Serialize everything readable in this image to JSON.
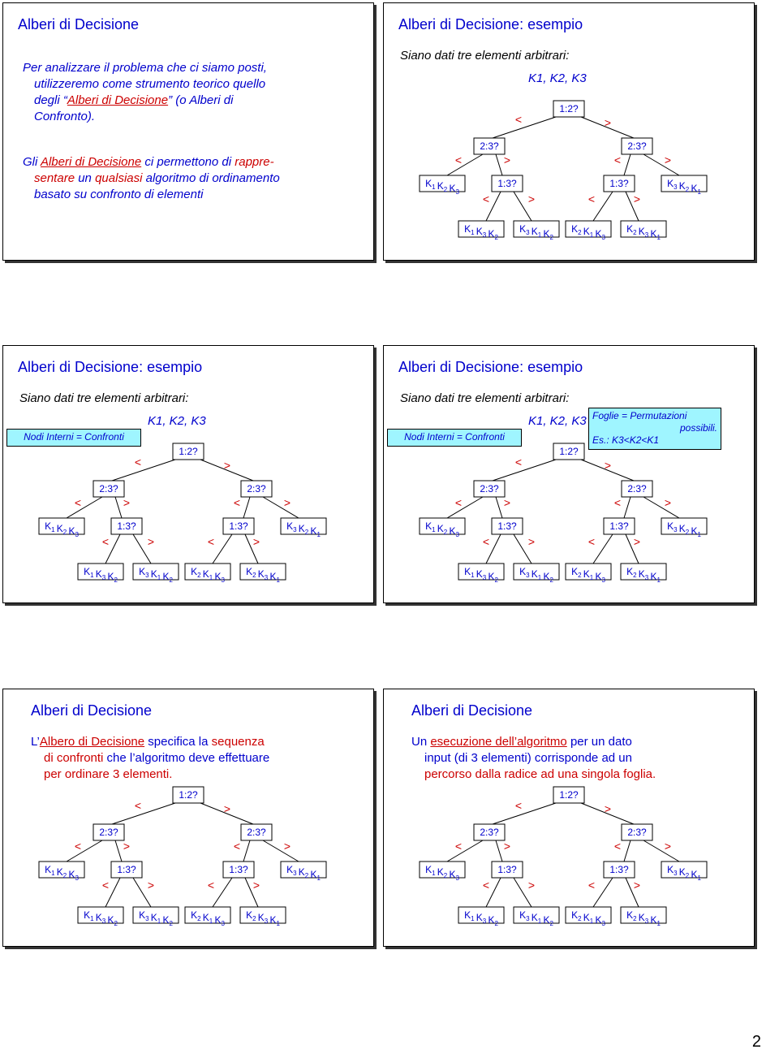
{
  "slides": [
    {
      "title": "Alberi di Decisione",
      "para1": {
        "line1": "Per analizzare il problema che ci siamo posti,",
        "line2": "utilizzeremo come strumento teorico quello",
        "line3a": "degli “",
        "line3link": "Alberi di Decisione",
        "line3b": "” (o Alberi di",
        "line4": "Confronto)."
      },
      "para2": {
        "line1a": "Gli ",
        "line1link": "Alberi di Decisione",
        "line1b": " ci permettono di ",
        "line1red": "rappre-",
        "line2red": "sentare",
        "line2b": " un ",
        "line2c": "qualsiasi",
        "line2d": " algoritmo di ordinamento",
        "line3": "basato su confronto di elementi"
      }
    },
    {
      "title": "Alberi di Decisione: esempio",
      "subtitle": "Siano dati tre elementi arbitrari:"
    },
    {
      "title": "Alberi di Decisione: esempio",
      "subtitle": "Siano dati tre elementi arbitrari:",
      "callout": "Nodi Interni = Confronti"
    },
    {
      "title": "Alberi di Decisione: esempio",
      "subtitle": "Siano dati tre elementi arbitrari:",
      "callout": "Nodi Interni = Confronti",
      "callout2": {
        "line1": "Foglie = Permutazioni",
        "line2": "possibili.",
        "line3": "Es.: K3<K2<K1"
      }
    },
    {
      "title": "Alberi di Decisione",
      "line1a": "L’",
      "line1link": "Albero di Decisione",
      "line1b": " specifica la ",
      "line1red": "sequenza",
      "line2red": "di confronti",
      "line2b": " che l’algoritmo deve effettuare",
      "line3": "per ordinare 3 elementi."
    },
    {
      "title": "Alberi di Decisione",
      "line1a": "Un ",
      "line1link": "esecuzione dell’algoritmo",
      "line1b": " per un dato",
      "line2": "input (di 3 elementi) corrisponde ad un",
      "line3": "percorso dalla radice ad una singola foglia."
    }
  ],
  "tree": {
    "keys": "K1, K2, K3",
    "root": "1:2?",
    "level1": [
      "2:3?",
      "2:3?"
    ],
    "leaf_left": "K1K2K3",
    "leaf_right": "K3K2K1",
    "level2": [
      "1:3?",
      "1:3?"
    ],
    "leaves": [
      "K1K3K2",
      "K3K1K2",
      "K2K1K3",
      "K2K3K1"
    ],
    "less": "<",
    "greater": ">"
  },
  "page_number": "2"
}
